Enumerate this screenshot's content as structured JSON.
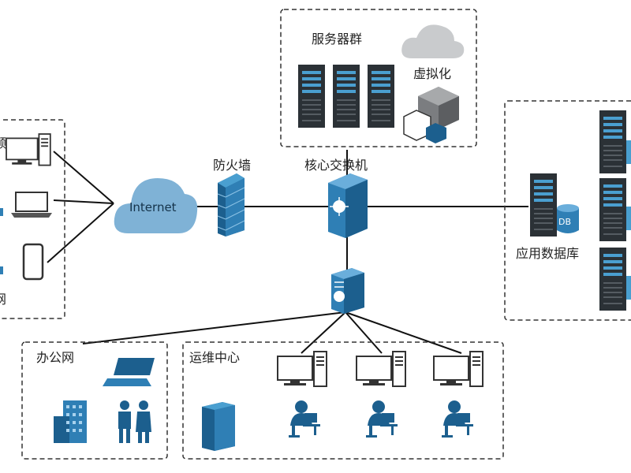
{
  "labels": {
    "server_group": "服务器群",
    "virtualization": "虚拟化",
    "firewall": "防火墙",
    "core_switch": "核心交换机",
    "internet": "Internet",
    "app_db": "应用数据库",
    "db_badge": "DB",
    "office_net": "办公网",
    "ops_center": "运维中心",
    "left_cut_top": "频",
    "left_cut_bottom": "网"
  },
  "colors": {
    "accent": "#2f7fb5",
    "dark_blue": "#1c5f8e",
    "cloud": "#7fb2d6",
    "server_dark": "#2b3136",
    "grey_cloud": "#c9cbcd",
    "dash": "#333333"
  },
  "icons": [
    "cloud-icon",
    "server-rack-icon",
    "firewall-icon",
    "switch-icon",
    "desktop-icon",
    "laptop-icon",
    "phone-icon",
    "database-icon",
    "building-icon",
    "people-icon",
    "operator-icon",
    "cube-icon"
  ]
}
